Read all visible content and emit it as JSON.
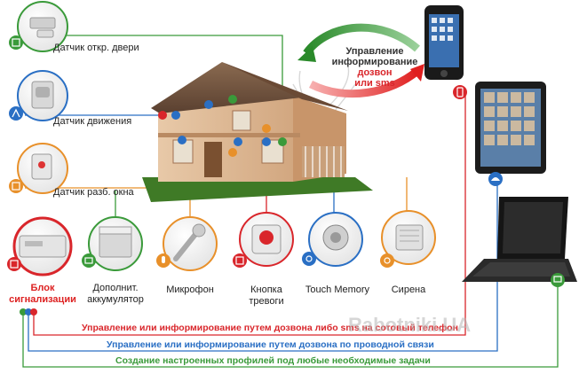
{
  "sensors": {
    "door": "Датчик откр. двери",
    "motion": "Датчик движения",
    "window": "Датчик разб. окна"
  },
  "devices": {
    "alarm_unit": [
      "Блок",
      "сигнализации"
    ],
    "battery": [
      "Дополнит.",
      "аккумулятор"
    ],
    "microphone": "Микрофон",
    "panic_button": [
      "Кнопка",
      "тревоги"
    ],
    "touch_memory": "Touch Memory",
    "siren": "Сирена"
  },
  "control": {
    "line1": "Управление",
    "line2": "информирование",
    "line3": "дозвон",
    "line4": "или sms"
  },
  "legend": {
    "red": "Управление или информирование путем дозвона либо sms на сотовый телефон",
    "blue": "Управление или информирование путем дозвона по проводной связи",
    "green": "Создание настроенных профилей под любые необходимые задачи"
  },
  "watermark": "Rabotniki.UA",
  "colors": {
    "red": "#d9262b",
    "blue": "#2a6fc4",
    "green": "#3a9a3a",
    "orange": "#e8902a",
    "grass": "#4c8a2c"
  }
}
